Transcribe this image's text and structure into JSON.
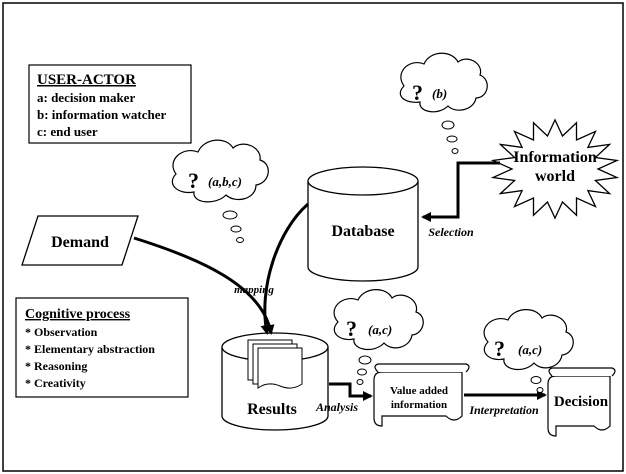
{
  "user_actor": {
    "title": "USER-ACTOR",
    "items": [
      "a: decision maker",
      "b: information watcher",
      "c: end  user"
    ]
  },
  "cognitive": {
    "title": "Cognitive process",
    "items": [
      "* Observation",
      "* Elementary abstraction",
      "* Reasoning",
      "* Creativity"
    ]
  },
  "nodes": {
    "demand": "Demand",
    "database": "Database",
    "info_world_1": "Information",
    "info_world_2": "world",
    "results": "Results",
    "value_added_1": "Value added",
    "value_added_2": "information",
    "decision": "Decision"
  },
  "edges": {
    "selection": "Selection",
    "mapping": "mapping",
    "analysis": "Analysis",
    "interpretation": "Interpretation"
  },
  "thoughts": {
    "q": "?",
    "abc": "(a,b,c)",
    "b": "(b)",
    "ac_1": "(a,c)",
    "ac_2": "(a,c)"
  }
}
